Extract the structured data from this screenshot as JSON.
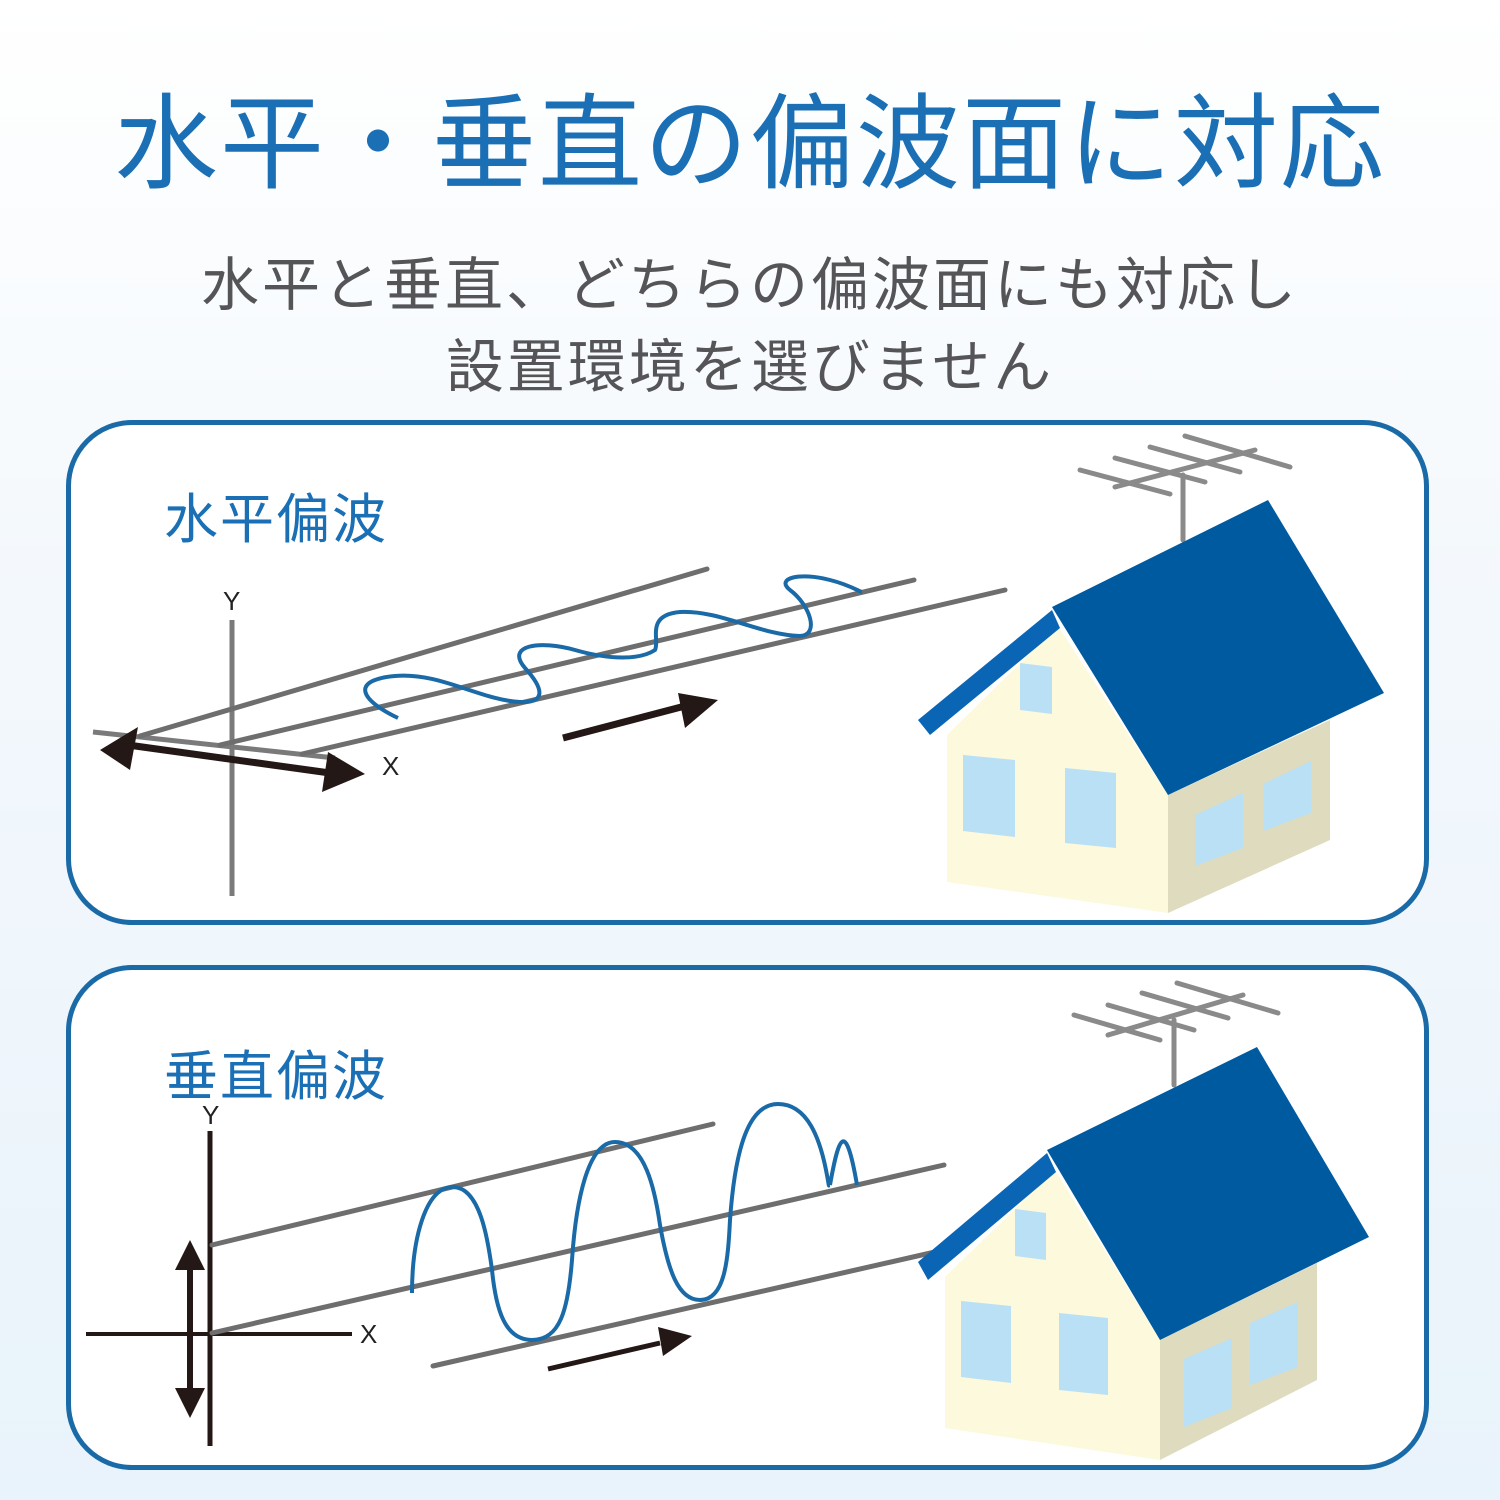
{
  "header": {
    "title": "水平・垂直の偏波面に対応",
    "subtitle_line1": "水平と垂直、どちらの偏波面にも対応し",
    "subtitle_line2": "設置環境を選びません"
  },
  "panels": [
    {
      "label": "水平偏波",
      "axes": {
        "x": "X",
        "y": "Y"
      },
      "icons": [
        "horizontal-wave-icon",
        "double-arrow-horizontal-icon",
        "direction-arrow-icon",
        "house-with-antenna-icon"
      ]
    },
    {
      "label": "垂直偏波",
      "axes": {
        "x": "X",
        "y": "Y"
      },
      "icons": [
        "vertical-wave-icon",
        "double-arrow-vertical-icon",
        "direction-arrow-icon",
        "house-with-antenna-icon"
      ]
    }
  ],
  "colors": {
    "accent_blue": "#1a6fb5",
    "panel_border": "#1a6aa8",
    "wave": "#1a6aa8",
    "guide_line": "#6e6e6e",
    "arrow": "#231815",
    "roof": "#005aa0",
    "roof_edge": "#0a65b5",
    "wall_front": "#fcf9dc",
    "wall_side": "#dedbbf",
    "window": "#b9e0f5",
    "antenna": "#8a8a8a",
    "subtitle_text": "#555558"
  }
}
